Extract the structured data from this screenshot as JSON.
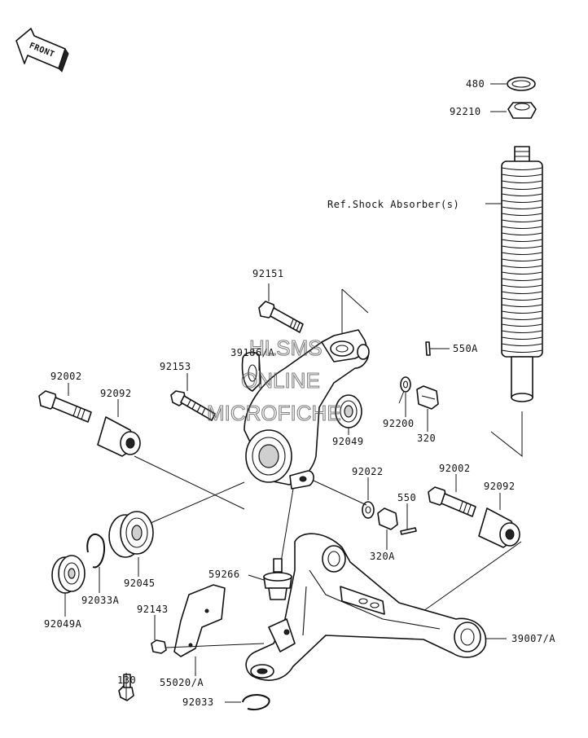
{
  "front_badge": {
    "text": "FRONT"
  },
  "parts": {
    "p480": "480",
    "p92210": "92210",
    "shock_ref": "Ref.Shock Absorber(s)",
    "p92151": "92151",
    "p39186a": "39186/A",
    "p92153": "92153",
    "p92002_left": "92002",
    "p92092_left": "92092",
    "p550a": "550A",
    "p92200": "92200",
    "p320": "320",
    "p92049": "92049",
    "p92022": "92022",
    "p550": "550",
    "p92002_right": "92002",
    "p92092_right": "92092",
    "p320a": "320A",
    "p92045": "92045",
    "p92033a": "92033A",
    "p92049a": "92049A",
    "p59266": "59266",
    "p92143": "92143",
    "p130": "130",
    "p55020a": "55020/A",
    "p39007a": "39007/A",
    "p92033": "92033"
  },
  "watermark": {
    "line1": "HLSMS",
    "line2": "ONLINE",
    "line3": "MICROFICHE"
  }
}
